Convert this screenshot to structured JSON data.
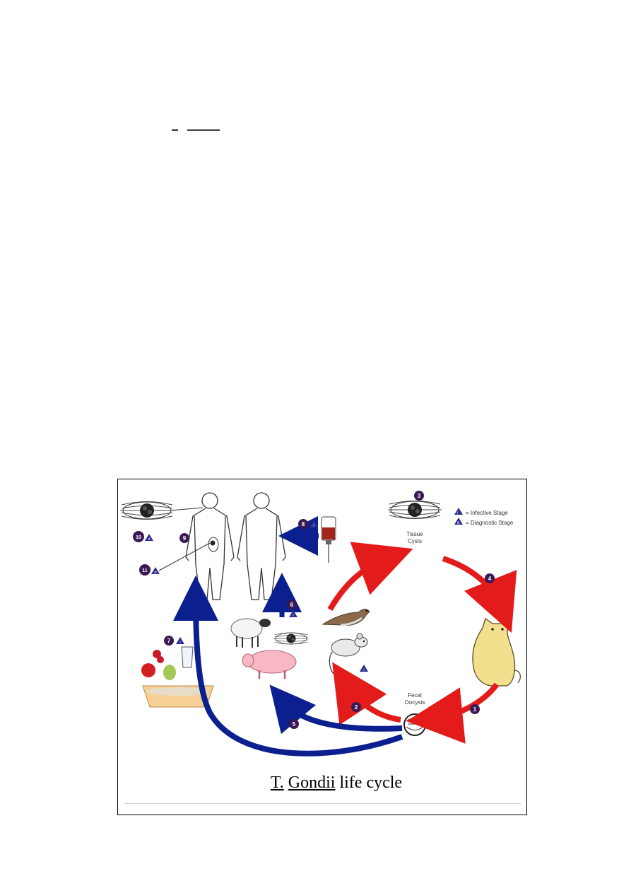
{
  "legend": {
    "infective_badge": "i",
    "infective_label": "= Infective Stage",
    "diagnostic_badge": "d",
    "diagnostic_label": "= Diagnostic Stage"
  },
  "labels": {
    "tissue_cysts_line1": "Tissue",
    "tissue_cysts_line2": "Cysts",
    "fecal_oocysts_line1": "Fecal",
    "fecal_oocysts_line2": "Oocysts"
  },
  "steps": [
    "1",
    "2",
    "3",
    "4",
    "5",
    "6",
    "7",
    "8",
    "9",
    "10",
    "11"
  ],
  "stage_badges": {
    "infective": "i",
    "diagnostic": "d"
  },
  "caption": {
    "part1": "T.",
    "part2": "Gondii",
    "part3": " life cycle"
  },
  "colors": {
    "red_arrow": "#e31b1b",
    "blue_arrow": "#0b1f8f",
    "step_circle": "#3a1a55",
    "badge_triangle": "#2b2e8c"
  }
}
